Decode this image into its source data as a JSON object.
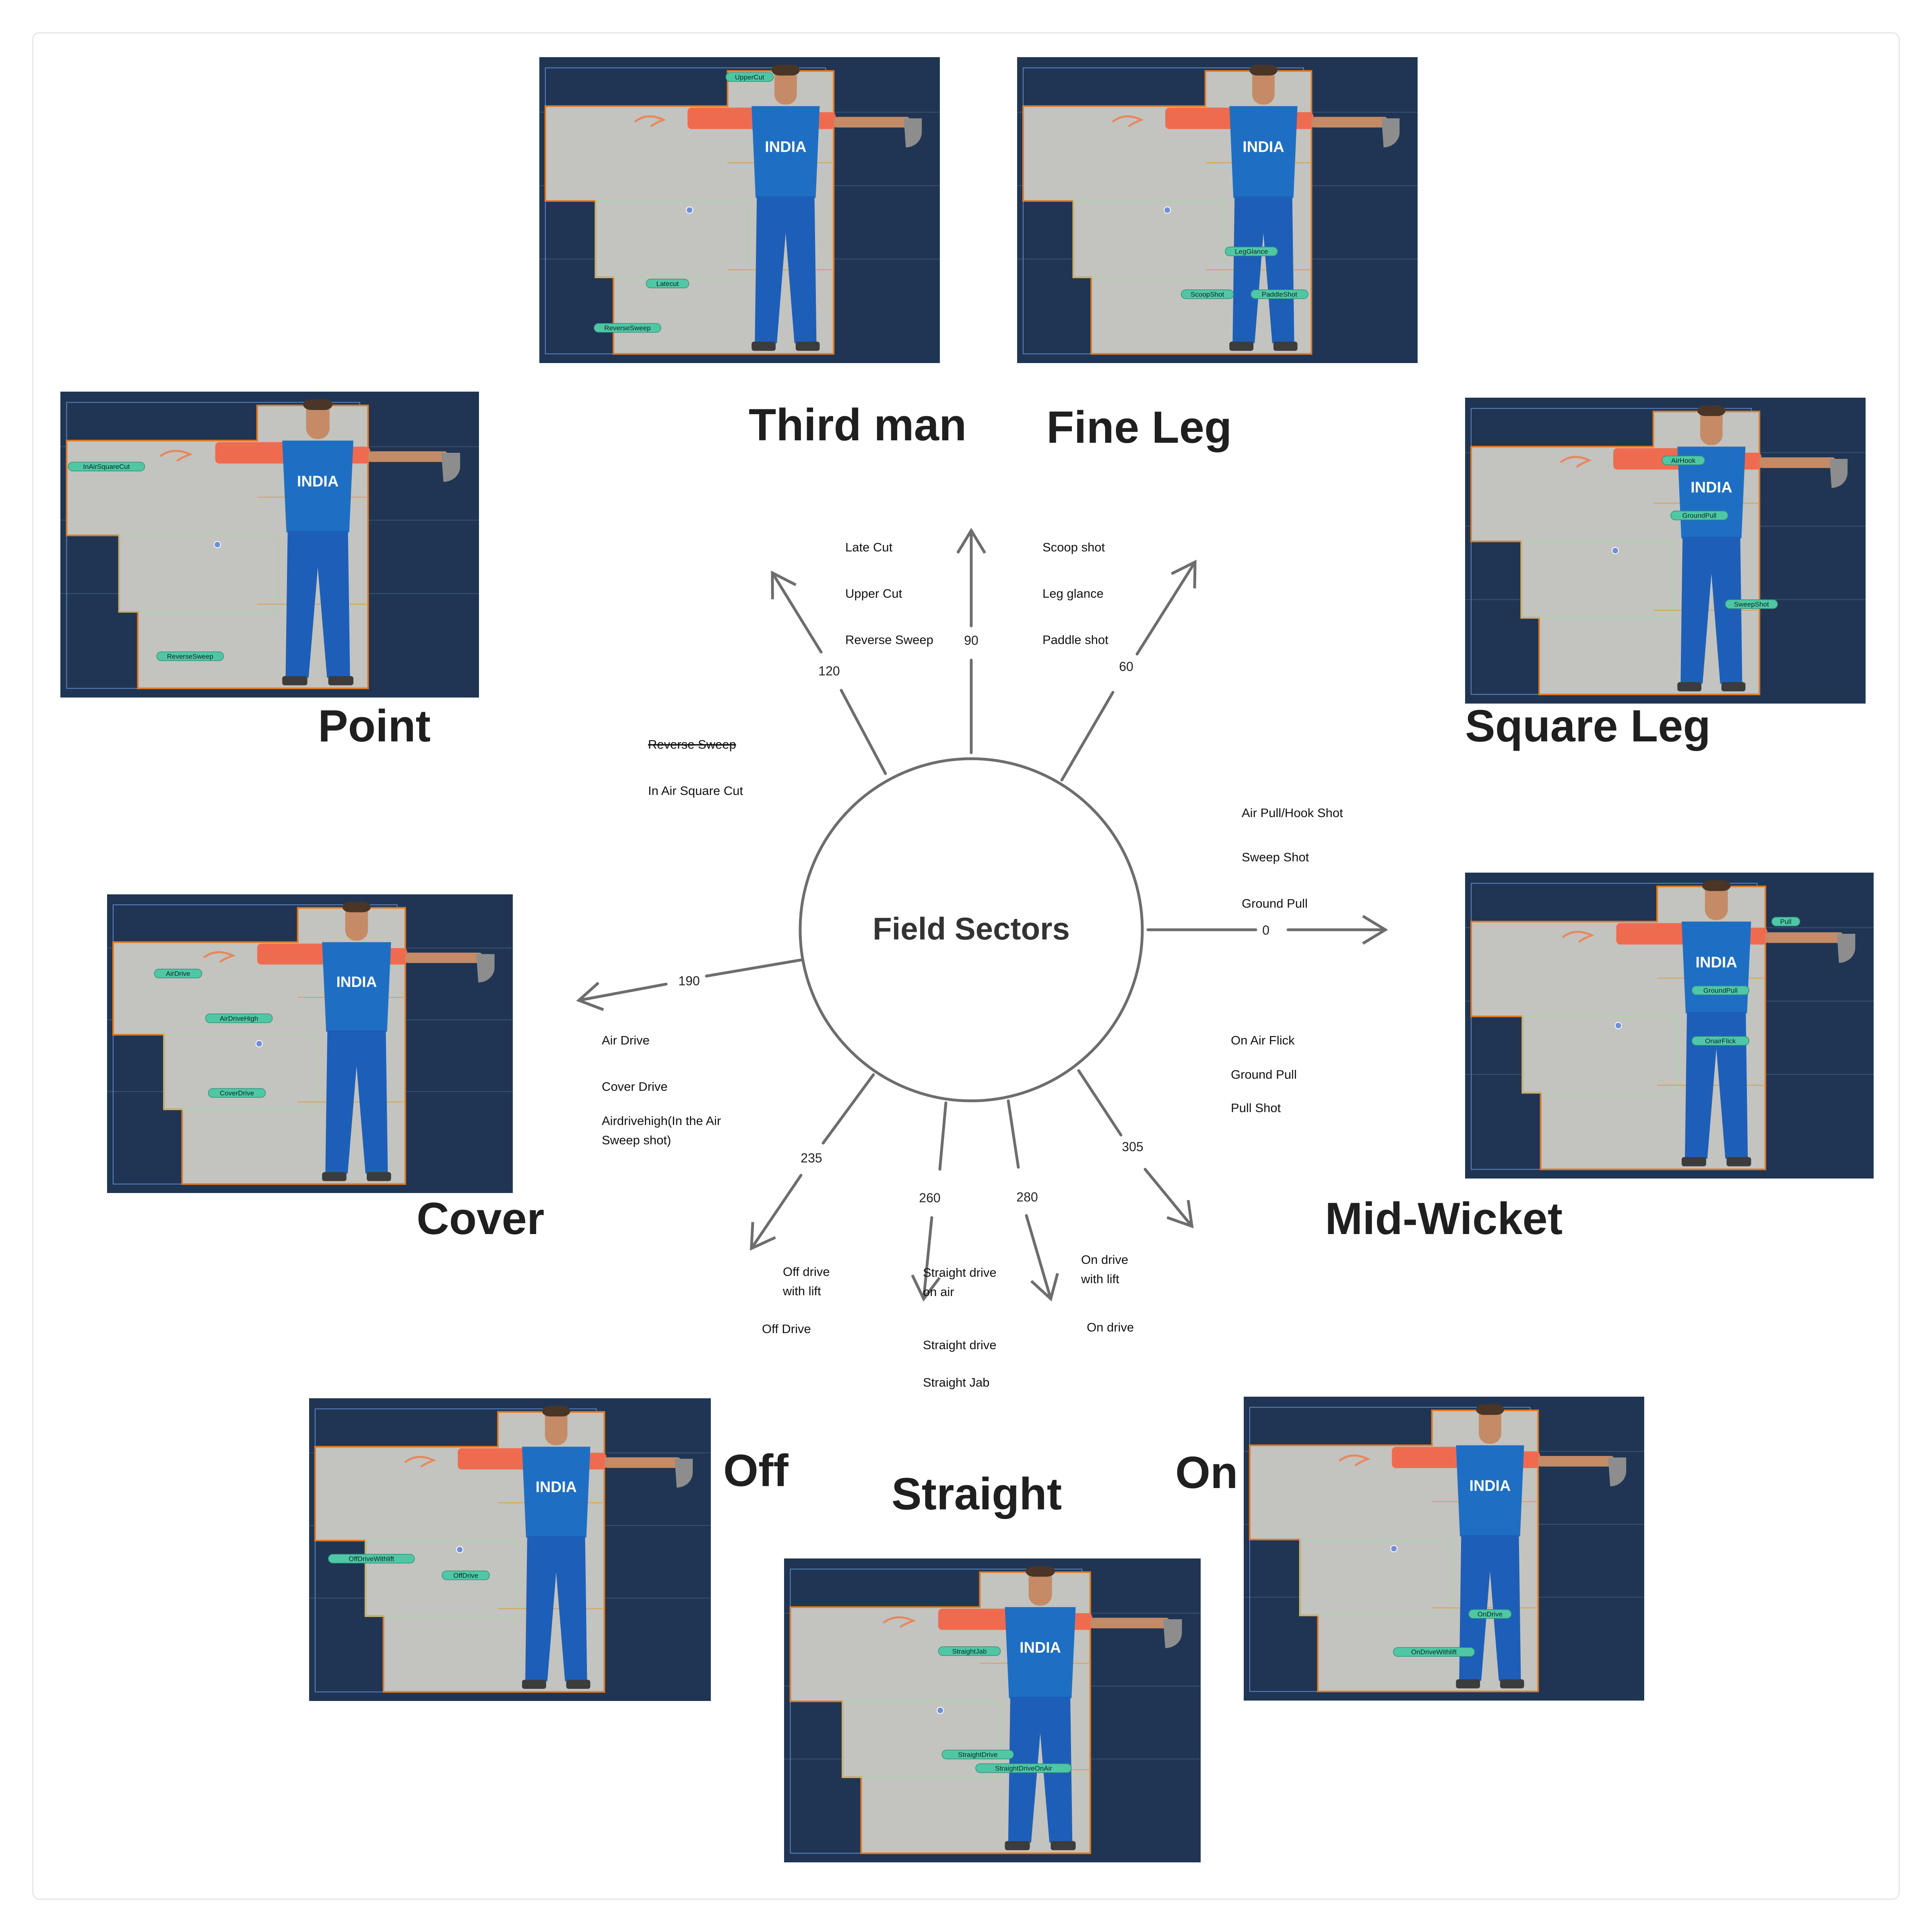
{
  "center": {
    "title": "Field Sectors"
  },
  "colors": {
    "arrow": "#6d6d6d",
    "panel_bg": "#1f3553",
    "zone_fill": "#c3c3bf",
    "zone_edge": "#e07a22",
    "jersey": "#1e6fc4",
    "sleeve": "#ef6b4f",
    "pants": "#1d5fb8",
    "skin": "#c48b66",
    "tag": "#4fc7a5"
  },
  "jersey_text": "INDIA",
  "directions": [
    {
      "angle": "0"
    },
    {
      "angle": "60"
    },
    {
      "angle": "90"
    },
    {
      "angle": "120"
    },
    {
      "angle": "190"
    },
    {
      "angle": "235"
    },
    {
      "angle": "260"
    },
    {
      "angle": "280"
    },
    {
      "angle": "305"
    }
  ],
  "shot_groups": [
    {
      "items": [
        "Late Cut",
        "Upper Cut",
        "Reverse Sweep"
      ]
    },
    {
      "items": [
        "Scoop shot",
        "Leg glance",
        "Paddle shot"
      ]
    },
    {
      "items": [
        "Reverse Sweep",
        "In Air Square Cut"
      ],
      "struck_index": 0
    },
    {
      "items": [
        "Air Pull/Hook Shot",
        "Sweep Shot",
        "Ground Pull"
      ]
    },
    {
      "items": [
        "Air Drive",
        "Cover Drive",
        "Airdrivehigh(In the Air",
        "Sweep shot)"
      ]
    },
    {
      "items": [
        "On Air Flick",
        "Ground Pull",
        "Pull Shot"
      ]
    },
    {
      "items": [
        "Off drive",
        "with lift",
        "Off Drive"
      ]
    },
    {
      "items": [
        "Straight drive",
        "on air",
        "Straight drive",
        "Straight Jab"
      ]
    },
    {
      "items": [
        "On drive",
        "with lift",
        "On drive"
      ]
    }
  ],
  "sectors": [
    {
      "name": "Third man",
      "tags": [
        "UpperCut",
        "Latecut",
        "ReverseSweep"
      ]
    },
    {
      "name": "Fine Leg",
      "tags": [
        "LegGlance",
        "ScoopShot",
        "PaddleShot"
      ]
    },
    {
      "name": "Point",
      "tags": [
        "InAirSquareCut",
        "ReverseSweep"
      ]
    },
    {
      "name": "Square Leg",
      "tags": [
        "AirHook",
        "GroundPull",
        "SweepShot"
      ]
    },
    {
      "name": "Cover",
      "tags": [
        "AirDrive",
        "AirDriveHigh",
        "CoverDrive"
      ]
    },
    {
      "name": "Mid-Wicket",
      "tags": [
        "Pull",
        "GroundPull",
        "OnairFlick"
      ]
    },
    {
      "name": "Off",
      "tags": [
        "OffDriveWithlift",
        "OffDrive"
      ]
    },
    {
      "name": "Straight",
      "tags": [
        "StraightJab",
        "StraightDrive",
        "StraightDriveOnAir"
      ]
    },
    {
      "name": "On",
      "tags": [
        "OnDrive",
        "OnDriveWithlift"
      ]
    }
  ]
}
